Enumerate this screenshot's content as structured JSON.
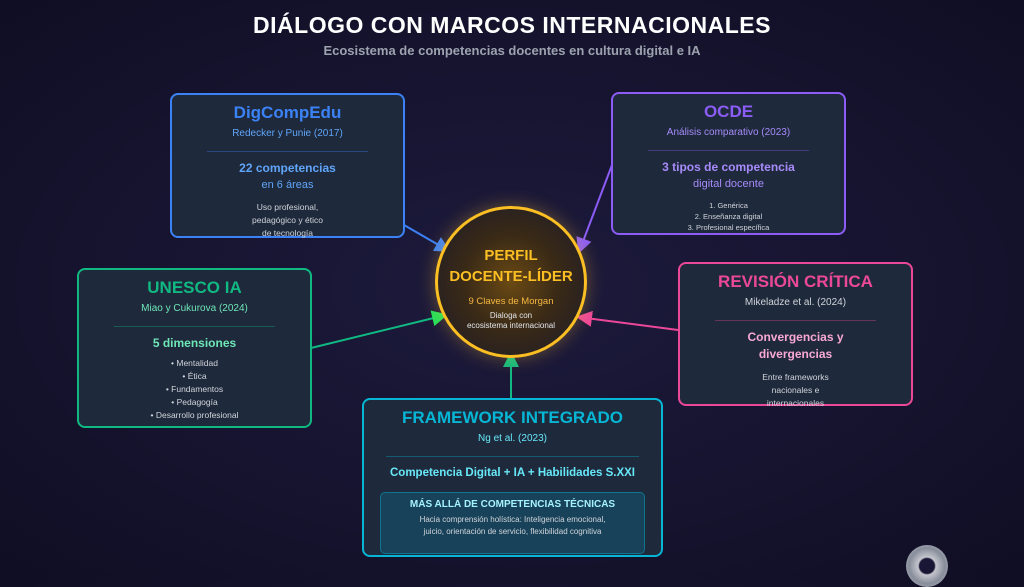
{
  "header": {
    "title": "DIÁLOGO CON MARCOS INTERNACIONALES",
    "subtitle": "Ecosistema de competencias docentes en cultura digital e IA"
  },
  "colors": {
    "digcompedu": "#3b82f6",
    "ocde": "#8b5cf6",
    "unesco": "#10b981",
    "revision": "#ec4899",
    "framework": "#06b6d4",
    "center": "#fbbf24"
  },
  "center": {
    "title_line1": "PERFIL",
    "title_line2": "DOCENTE-LÍDER",
    "key": "9 Claves de Morgan",
    "desc_line1": "Dialoga con",
    "desc_line2": "ecosistema internacional"
  },
  "digcompedu": {
    "title": "DigCompEdu",
    "ref": "Redecker y Punie (2017)",
    "main": "22 competencias",
    "sub": "en 6 áreas",
    "desc": [
      "Uso profesional,",
      "pedagógico y ético",
      "de tecnología"
    ]
  },
  "ocde": {
    "title": "OCDE",
    "ref": "Análisis comparativo (2023)",
    "main": "3 tipos de competencia",
    "sub": "digital docente",
    "items": [
      "1. Genérica",
      "2. Enseñanza digital",
      "3. Profesional específica"
    ]
  },
  "unesco": {
    "title": "UNESCO IA",
    "ref": "Miao y Cukurova (2024)",
    "main": "5 dimensiones",
    "items": [
      "• Mentalidad",
      "• Ética",
      "• Fundamentos",
      "• Pedagogía",
      "• Desarrollo profesional"
    ]
  },
  "revision": {
    "title": "REVISIÓN CRÍTICA",
    "ref": "Mikeladze et al. (2024)",
    "main_line1": "Convergencias y",
    "main_line2": "divergencias",
    "desc": [
      "Entre frameworks",
      "nacionales e",
      "internacionales"
    ]
  },
  "framework": {
    "title": "FRAMEWORK INTEGRADO",
    "ref": "Ng et al. (2023)",
    "main": "Competencia Digital + IA + Habilidades S.XXI",
    "inner_title": "MÁS ALLÁ DE COMPETENCIAS TÉCNICAS",
    "inner_line1": "Hacia comprensión holística: Inteligencia emocional,",
    "inner_line2": "juicio, orientación de servicio, flexibilidad cognitiva"
  }
}
